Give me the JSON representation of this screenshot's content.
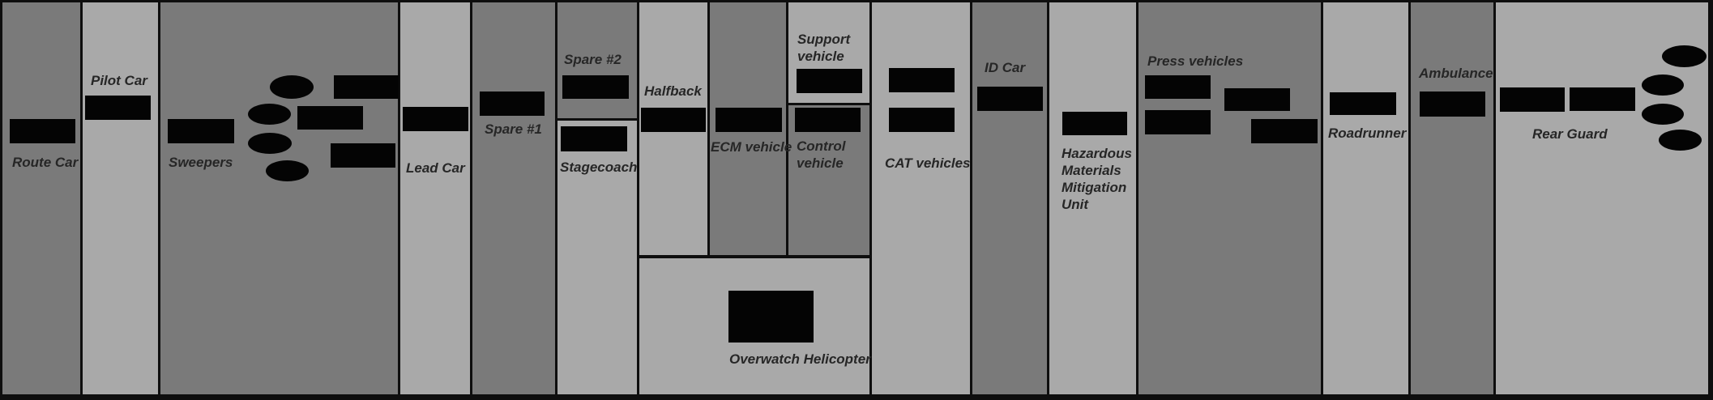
{
  "diagram": {
    "type": "motorcade-formation",
    "colors": {
      "lane_dark": "#7a7a7a",
      "lane_light": "#a9a9a9",
      "vehicle_fill": "#040404",
      "label_text": "#262626",
      "border": "#0e0e0e"
    },
    "sections": {
      "route_car": {
        "label": "Route Car",
        "vehicles": {
          "cars": 1
        }
      },
      "pilot_car": {
        "label": "Pilot Car",
        "vehicles": {
          "cars": 1
        }
      },
      "sweepers": {
        "label": "Sweepers",
        "vehicles": {
          "cars": 4,
          "motorcycles": 4
        }
      },
      "lead_car": {
        "label": "Lead Car",
        "vehicles": {
          "cars": 1
        }
      },
      "spare_1": {
        "label": "Spare #1",
        "vehicles": {
          "cars": 1
        }
      },
      "spare_2": {
        "label": "Spare #2",
        "vehicles": {
          "cars": 1
        }
      },
      "stagecoach": {
        "label": "Stagecoach",
        "vehicles": {
          "cars": 1
        }
      },
      "halfback": {
        "label": "Halfback",
        "vehicles": {
          "cars": 1
        }
      },
      "ecm_vehicle": {
        "label": "ECM vehicle",
        "vehicles": {
          "cars": 1
        }
      },
      "support_vehicle": {
        "label": "Support vehicle",
        "vehicles": {
          "cars": 1
        }
      },
      "control_vehicle": {
        "label": "Control vehicle",
        "vehicles": {
          "cars": 1
        }
      },
      "overwatch_helicopter": {
        "label": "Overwatch Helicopter",
        "vehicles": {
          "helicopters": 1
        }
      },
      "cat_vehicles": {
        "label": "CAT vehicles",
        "vehicles": {
          "cars": 2
        }
      },
      "id_car": {
        "label": "ID Car",
        "vehicles": {
          "cars": 1
        }
      },
      "hazmat_unit": {
        "label": "Hazardous Materials Mitigation Unit",
        "vehicles": {
          "cars": 1
        }
      },
      "press_vehicles": {
        "label": "Press vehicles",
        "vehicles": {
          "cars": 4
        }
      },
      "roadrunner": {
        "label": "Roadrunner",
        "vehicles": {
          "cars": 1
        }
      },
      "ambulance": {
        "label": "Ambulance",
        "vehicles": {
          "cars": 1
        }
      },
      "rear_guard": {
        "label": "Rear Guard",
        "vehicles": {
          "cars": 2,
          "motorcycles": 4
        }
      }
    }
  }
}
